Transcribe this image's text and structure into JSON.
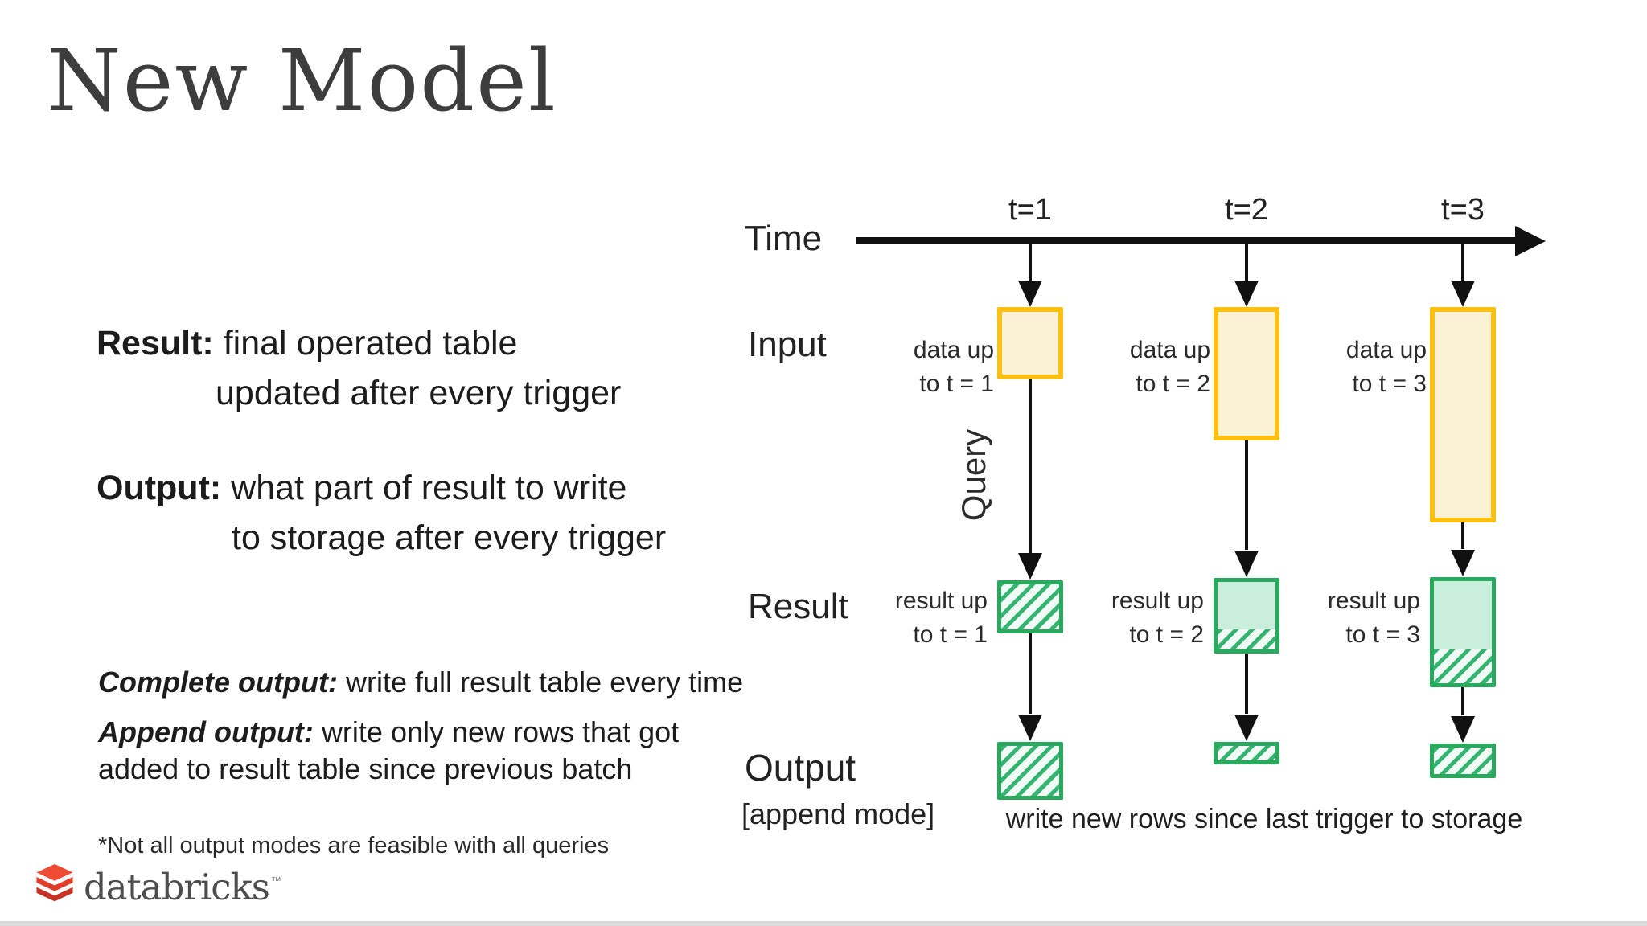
{
  "title": "New Model",
  "definitions": {
    "result_term": "Result:",
    "result_text1": "final operated table",
    "result_text2": "updated after every trigger",
    "output_term": "Output:",
    "output_text1": "what part of result to write",
    "output_text2": "to storage after every trigger"
  },
  "modes": {
    "complete_term": "Complete output:",
    "complete_text": "write full result table every time",
    "append_term": "Append output:",
    "append_text": "write only new rows that got",
    "append_text2": "added to result table since previous batch",
    "footnote": "*Not all output modes are feasible with all queries"
  },
  "brand": {
    "name": "databricks",
    "tm": "™"
  },
  "diagram": {
    "time_label": "Time",
    "query_label": "Query",
    "row_labels": {
      "input": "Input",
      "result": "Result",
      "output": "Output",
      "output_mode": "[append mode]"
    },
    "caption": "write new rows since last trigger to storage",
    "columns": [
      {
        "t_label": "t=1",
        "input_caption_line1": "data up",
        "input_caption_line2": "to t = 1",
        "result_caption_line1": "result up",
        "result_caption_line2": "to t = 1",
        "input_height": 90,
        "result_height": 66,
        "result_hatch_height": 60,
        "output_height": 72
      },
      {
        "t_label": "t=2",
        "input_caption_line1": "data up",
        "input_caption_line2": "to t = 2",
        "result_caption_line1": "result up",
        "result_caption_line2": "to t = 2",
        "input_height": 166,
        "result_height": 94,
        "result_hatch_height": 25,
        "output_height": 28
      },
      {
        "t_label": "t=3",
        "input_caption_line1": "data up",
        "input_caption_line2": "to t = 3",
        "result_caption_line1": "result up",
        "result_caption_line2": "to t = 3",
        "input_height": 268,
        "result_height": 137,
        "result_hatch_height": 42,
        "output_height": 43
      }
    ],
    "colors": {
      "input_fill": "#FBF2D5",
      "input_border": "#FCBF13",
      "result_border": "#29A95E",
      "result_fill": "#C9EEDB",
      "hatch_bg": "#EFFBF4",
      "hatch_stripe": "#33B56F",
      "arrow": "#111111"
    }
  },
  "theme": {
    "background": "#FFFFFF",
    "title_color": "#3D3D3D"
  }
}
